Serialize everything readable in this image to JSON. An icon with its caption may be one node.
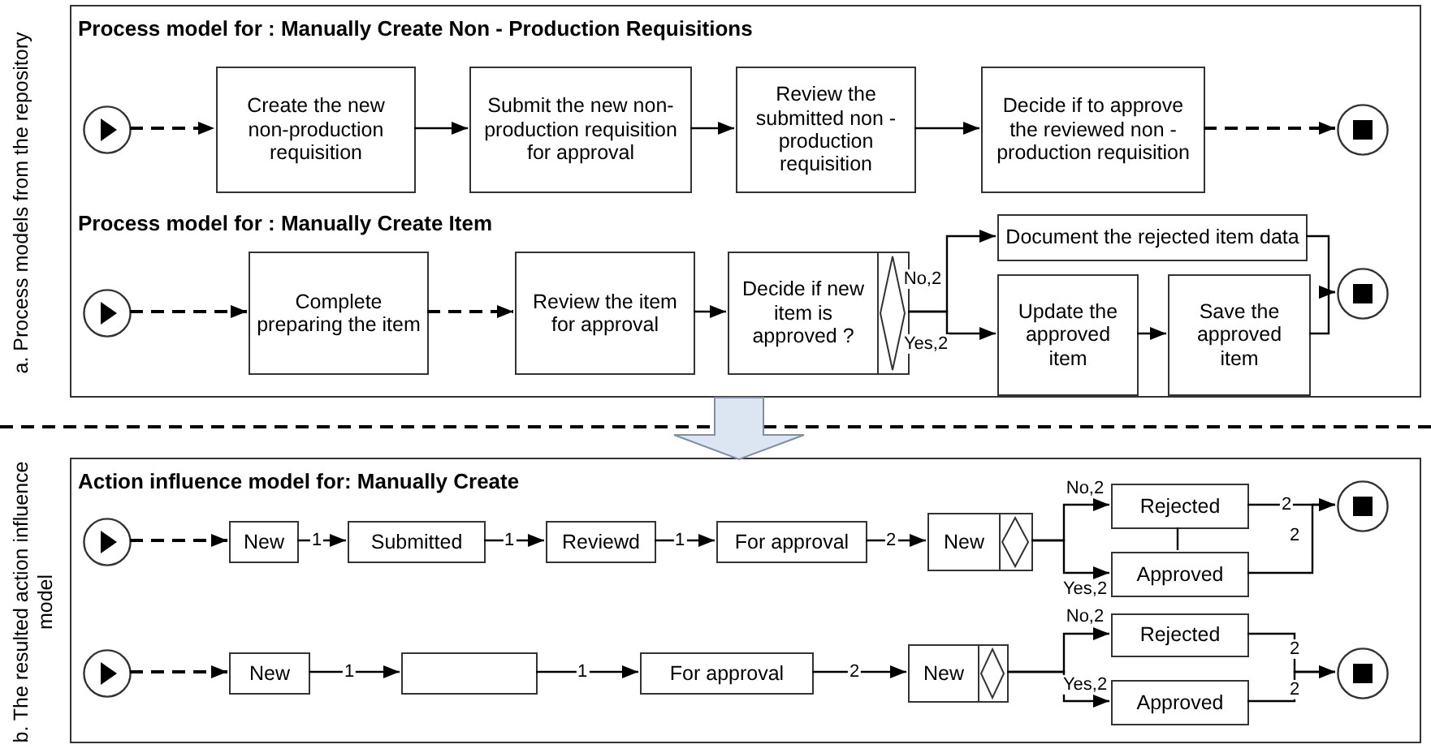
{
  "diagram": {
    "nodes": [
      {
        "text": [
          "a. Process models from the repository"
        ]
      },
      {
        "text": [],
        "shape": "circle",
        "in": 0
      },
      {
        "text": [
          "Create the new non-production requisition"
        ],
        "in": 0
      },
      {
        "text": [
          "Submit the new non-production requisition for approval"
        ],
        "in": 0
      },
      {
        "text": [
          "Review the submitted non - production requisition"
        ],
        "in": 0
      },
      {
        "text": [
          "Decide if to approve the reviewed non - production requisition"
        ],
        "in": 0
      },
      {
        "text": [],
        "shape": "circle",
        "in": 0
      },
      {
        "text": [],
        "shape": "circle",
        "in": 0
      },
      {
        "text": [
          "Complete preparing the item"
        ],
        "in": 0
      },
      {
        "text": [
          "Review the item for approval"
        ],
        "in": 0
      },
      {
        "text": [
          "Decide if new item is approved ?"
        ],
        "in": 0
      },
      {
        "text": [
          "Document the rejected item data"
        ],
        "in": 0
      },
      {
        "text": [
          "Update the approved item"
        ],
        "in": 0
      },
      {
        "text": [
          "Save the approved item"
        ],
        "in": 0
      },
      {
        "text": [],
        "shape": "circle",
        "in": 0
      },
      {
        "text": [
          "b. The resulted action influence model"
        ]
      },
      {
        "text": [],
        "shape": "circle",
        "in": 15
      },
      {
        "text": [
          "New"
        ],
        "in": 15
      },
      {
        "text": [
          "Submitted"
        ],
        "in": 15
      },
      {
        "text": [
          "Reviewd"
        ],
        "in": 15
      },
      {
        "text": [
          "For approval"
        ],
        "in": 15
      },
      {
        "text": [
          "New"
        ],
        "in": 15
      },
      {
        "text": [
          "Rejected"
        ],
        "in": 15
      },
      {
        "text": [
          "Approved"
        ],
        "in": 15
      },
      {
        "text": [],
        "shape": "circle",
        "in": 15
      },
      {
        "text": [],
        "shape": "circle",
        "in": 15
      },
      {
        "text": [
          "New"
        ],
        "in": 15
      },
      {
        "text": [],
        "shape": "box",
        "in": 15
      },
      {
        "text": [
          "For approval"
        ],
        "in": 15
      },
      {
        "text": [
          "New"
        ],
        "in": 15
      },
      {
        "text": [
          "Rejected"
        ],
        "in": 15
      },
      {
        "text": [
          "Approved"
        ],
        "in": 15
      },
      {
        "text": [],
        "shape": "circle",
        "in": 15
      }
    ],
    "edges": [
      {
        "from": 1,
        "to": 2,
        "arrow": "to",
        "style": "dashed"
      },
      {
        "from": 2,
        "to": 3,
        "arrow": "to"
      },
      {
        "from": 3,
        "to": 4,
        "arrow": "to"
      },
      {
        "from": 4,
        "to": 5,
        "arrow": "to"
      },
      {
        "from": 5,
        "to": 6,
        "arrow": "to",
        "style": "dashed"
      },
      {
        "from": 7,
        "to": 8,
        "arrow": "to",
        "style": "dashed"
      },
      {
        "from": 8,
        "to": 9,
        "arrow": "to",
        "style": "dashed"
      },
      {
        "from": 9,
        "to": 10,
        "arrow": "to"
      },
      {
        "from": 10,
        "to": 11,
        "arrow": "to",
        "label": "No,2"
      },
      {
        "from": 10,
        "to": 12,
        "arrow": "to",
        "label": "Yes,2"
      },
      {
        "from": 12,
        "to": 13,
        "arrow": "to"
      },
      {
        "from": 11,
        "to": 14,
        "arrow": "to"
      },
      {
        "from": 13,
        "to": 14,
        "arrow": "to"
      },
      {
        "from": 16,
        "to": 17,
        "arrow": "to",
        "style": "dashed"
      },
      {
        "from": 17,
        "to": 18,
        "arrow": "to",
        "label": "1"
      },
      {
        "from": 18,
        "to": 19,
        "arrow": "to",
        "label": "1"
      },
      {
        "from": 19,
        "to": 20,
        "arrow": "to",
        "label": "1"
      },
      {
        "from": 20,
        "to": 21,
        "arrow": "to",
        "label": "2"
      },
      {
        "from": 21,
        "to": 22,
        "arrow": "to",
        "label": "No,2"
      },
      {
        "from": 21,
        "to": 23,
        "arrow": "to",
        "label": "Yes,2"
      },
      {
        "from": 22,
        "to": 23,
        "arrow": "none"
      },
      {
        "from": 22,
        "to": 24,
        "arrow": "to",
        "label": "2"
      },
      {
        "from": 23,
        "to": 24,
        "arrow": "to",
        "label": "2"
      },
      {
        "from": 25,
        "to": 26,
        "arrow": "to",
        "style": "dashed"
      },
      {
        "from": 26,
        "to": 27,
        "arrow": "to",
        "label": "1"
      },
      {
        "from": 27,
        "to": 28,
        "arrow": "to",
        "label": "1"
      },
      {
        "from": 28,
        "to": 29,
        "arrow": "to",
        "label": "2"
      },
      {
        "from": 29,
        "to": 30,
        "arrow": "to",
        "label": "No,2"
      },
      {
        "from": 29,
        "to": 31,
        "arrow": "to",
        "label": "Yes,2"
      },
      {
        "from": 30,
        "to": 32,
        "arrow": "to",
        "label": "2"
      },
      {
        "from": 31,
        "to": 32,
        "arrow": "to",
        "label": "2"
      }
    ],
    "labels": [
      "Process model for : Manually Create Non - Production Requisitions",
      "Process model for : Manually Create Item",
      "Action influence model for: Manually Create"
    ]
  }
}
